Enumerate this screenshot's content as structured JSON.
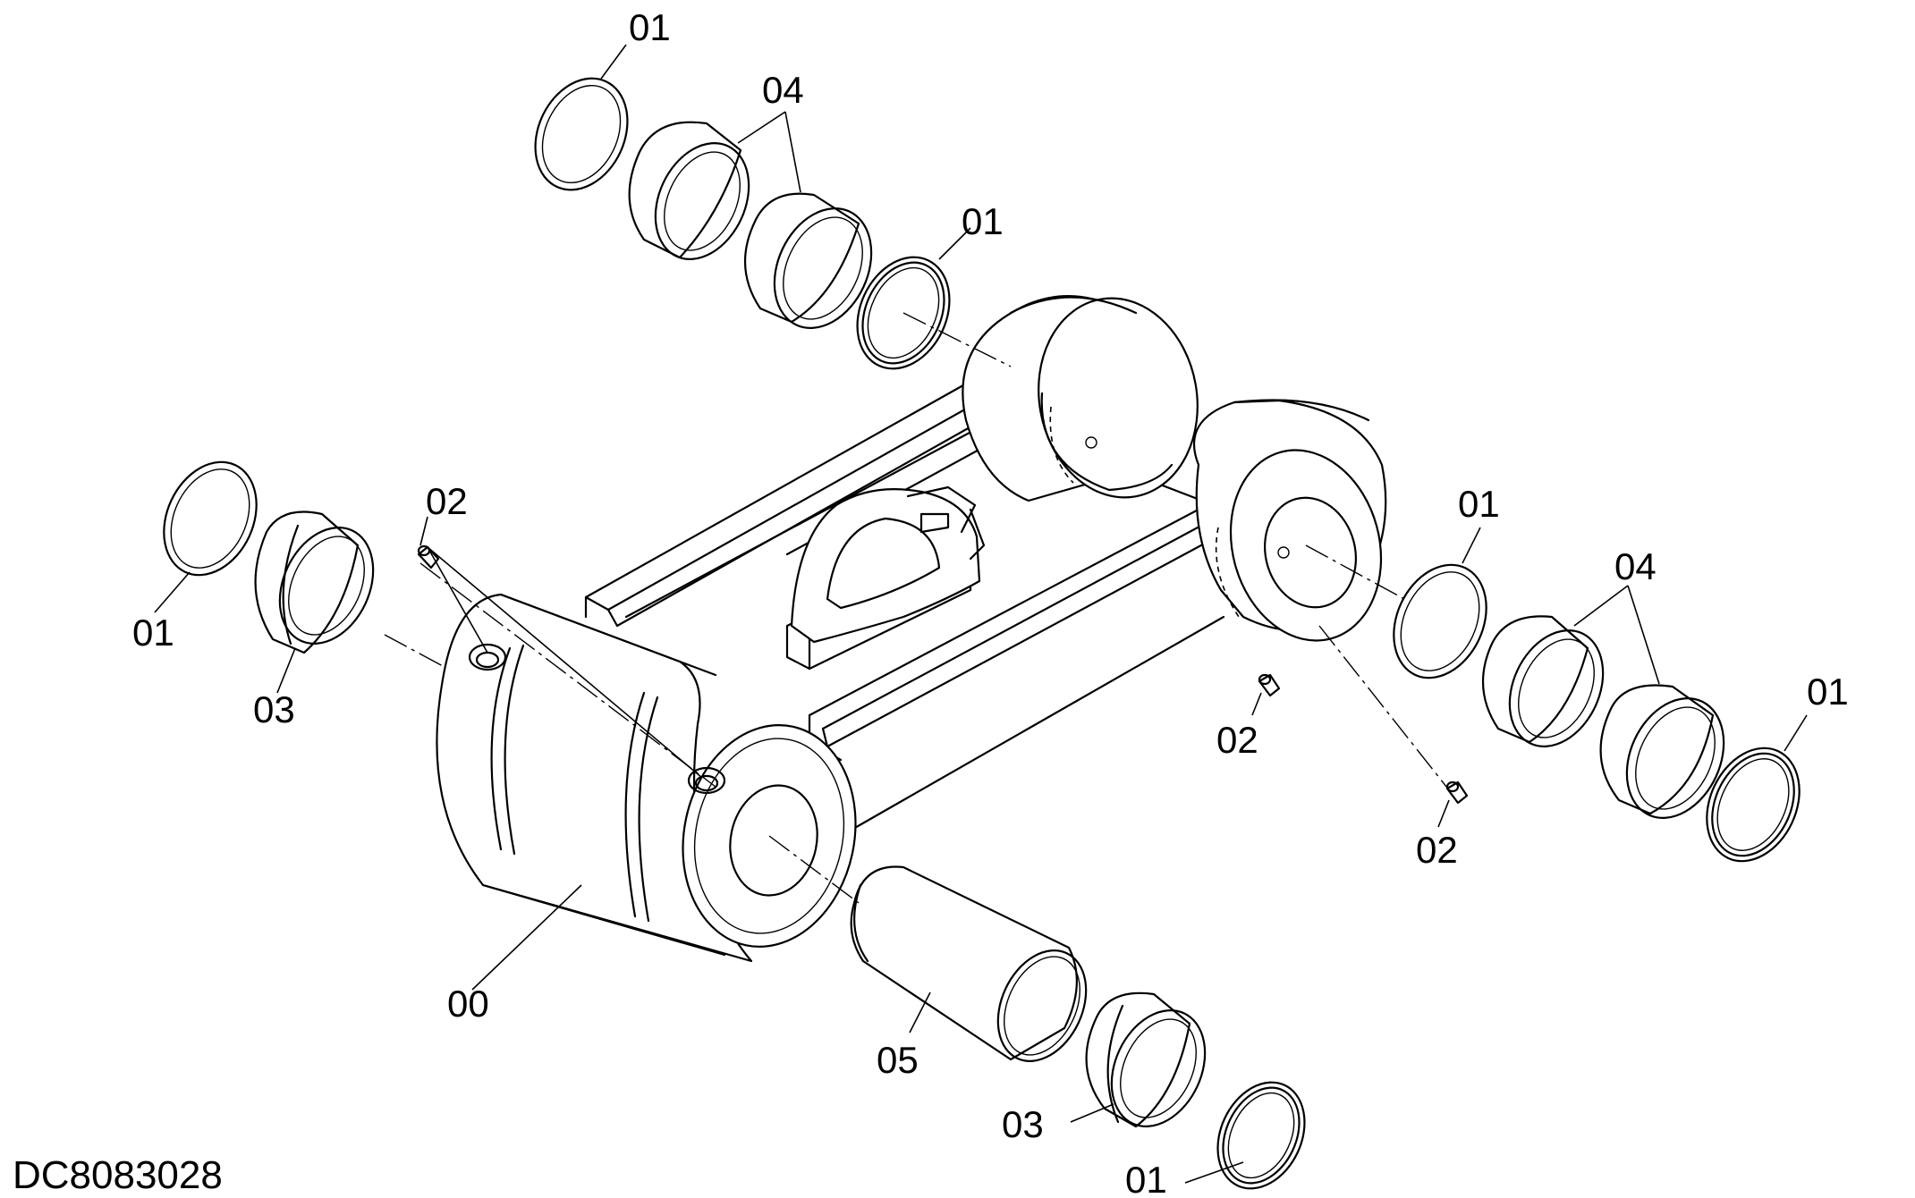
{
  "callouts": {
    "c01_top": "01",
    "c04_top": "04",
    "c01_top2": "01",
    "c02_left": "02",
    "c01_left": "01",
    "c03_left": "03",
    "c00": "00",
    "c05": "05",
    "c03_bottom": "03",
    "c01_bottom": "01",
    "c01_right": "01",
    "c04_right": "04",
    "c01_far_right": "01",
    "c02_mid_right": "02",
    "c02_right": "02"
  },
  "document_code": "DC8083028"
}
